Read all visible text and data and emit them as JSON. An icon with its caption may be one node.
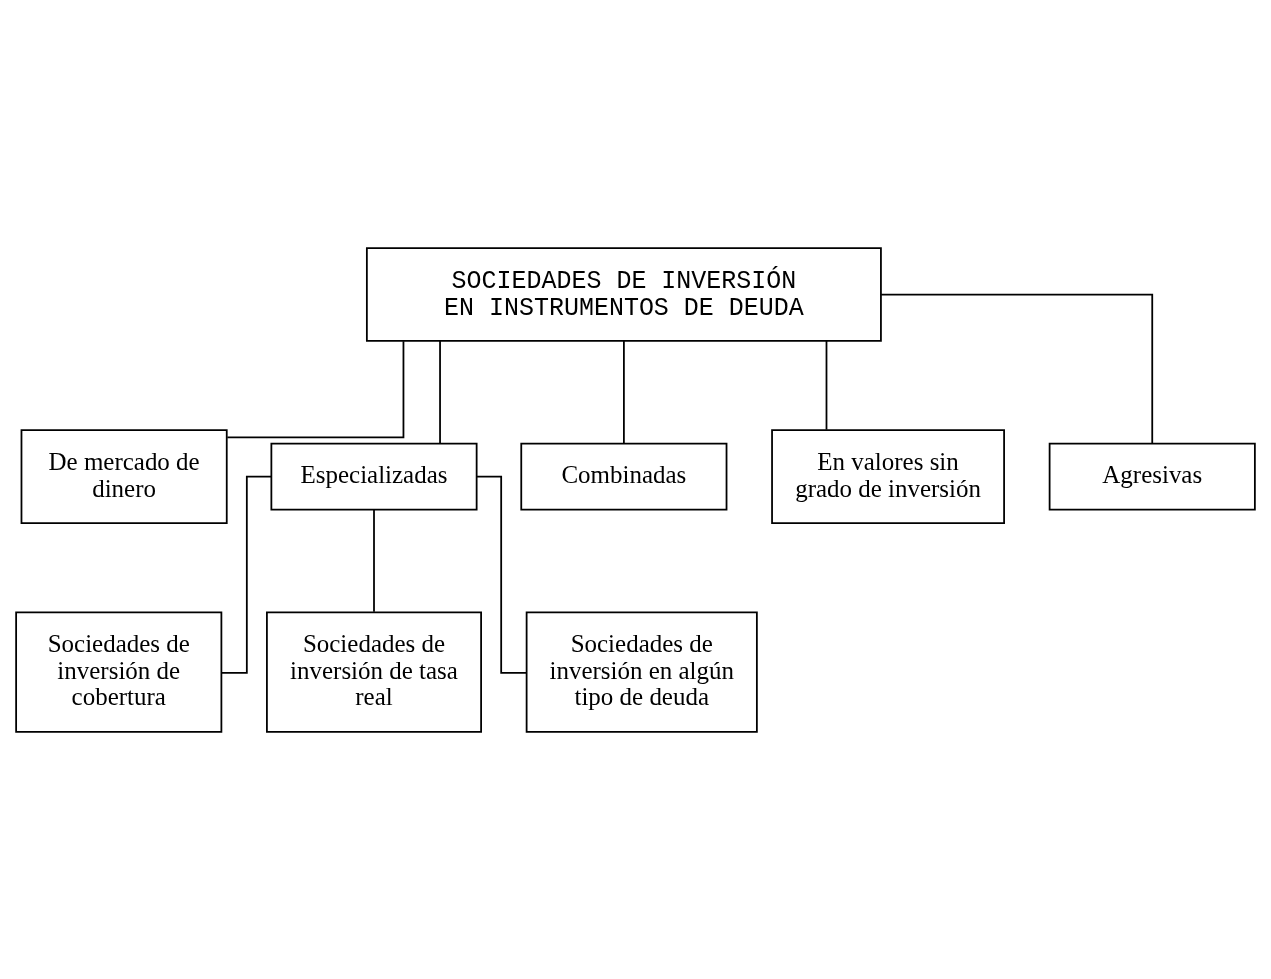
{
  "diagram": {
    "nodes": [
      {
        "text": [
          "SOCIEDADES DE INVERSIÓN EN INSTRUMENTOS DE DEUDA"
        ]
      },
      {
        "text": [
          "De mercado de dinero"
        ]
      },
      {
        "text": [
          "Especializadas"
        ]
      },
      {
        "text": [
          "Combinadas"
        ]
      },
      {
        "text": [
          "En valores sin grado de inversión"
        ]
      },
      {
        "text": [
          "Agresivas"
        ]
      },
      {
        "text": [
          "Sociedades de inversión de cobertura"
        ]
      },
      {
        "text": [
          "Sociedades de inversión de tasa real"
        ]
      },
      {
        "text": [
          "Sociedades de inversión en algún tipo de deuda"
        ]
      }
    ],
    "edges": [
      {
        "from": 0,
        "to": 1,
        "arrow": "none"
      },
      {
        "from": 0,
        "to": 2,
        "arrow": "none"
      },
      {
        "from": 0,
        "to": 3,
        "arrow": "none"
      },
      {
        "from": 0,
        "to": 4,
        "arrow": "none"
      },
      {
        "from": 0,
        "to": 5,
        "arrow": "none"
      },
      {
        "from": 2,
        "to": 6,
        "arrow": "none"
      },
      {
        "from": 2,
        "to": 7,
        "arrow": "none"
      },
      {
        "from": 2,
        "to": 8,
        "arrow": "none"
      }
    ]
  }
}
